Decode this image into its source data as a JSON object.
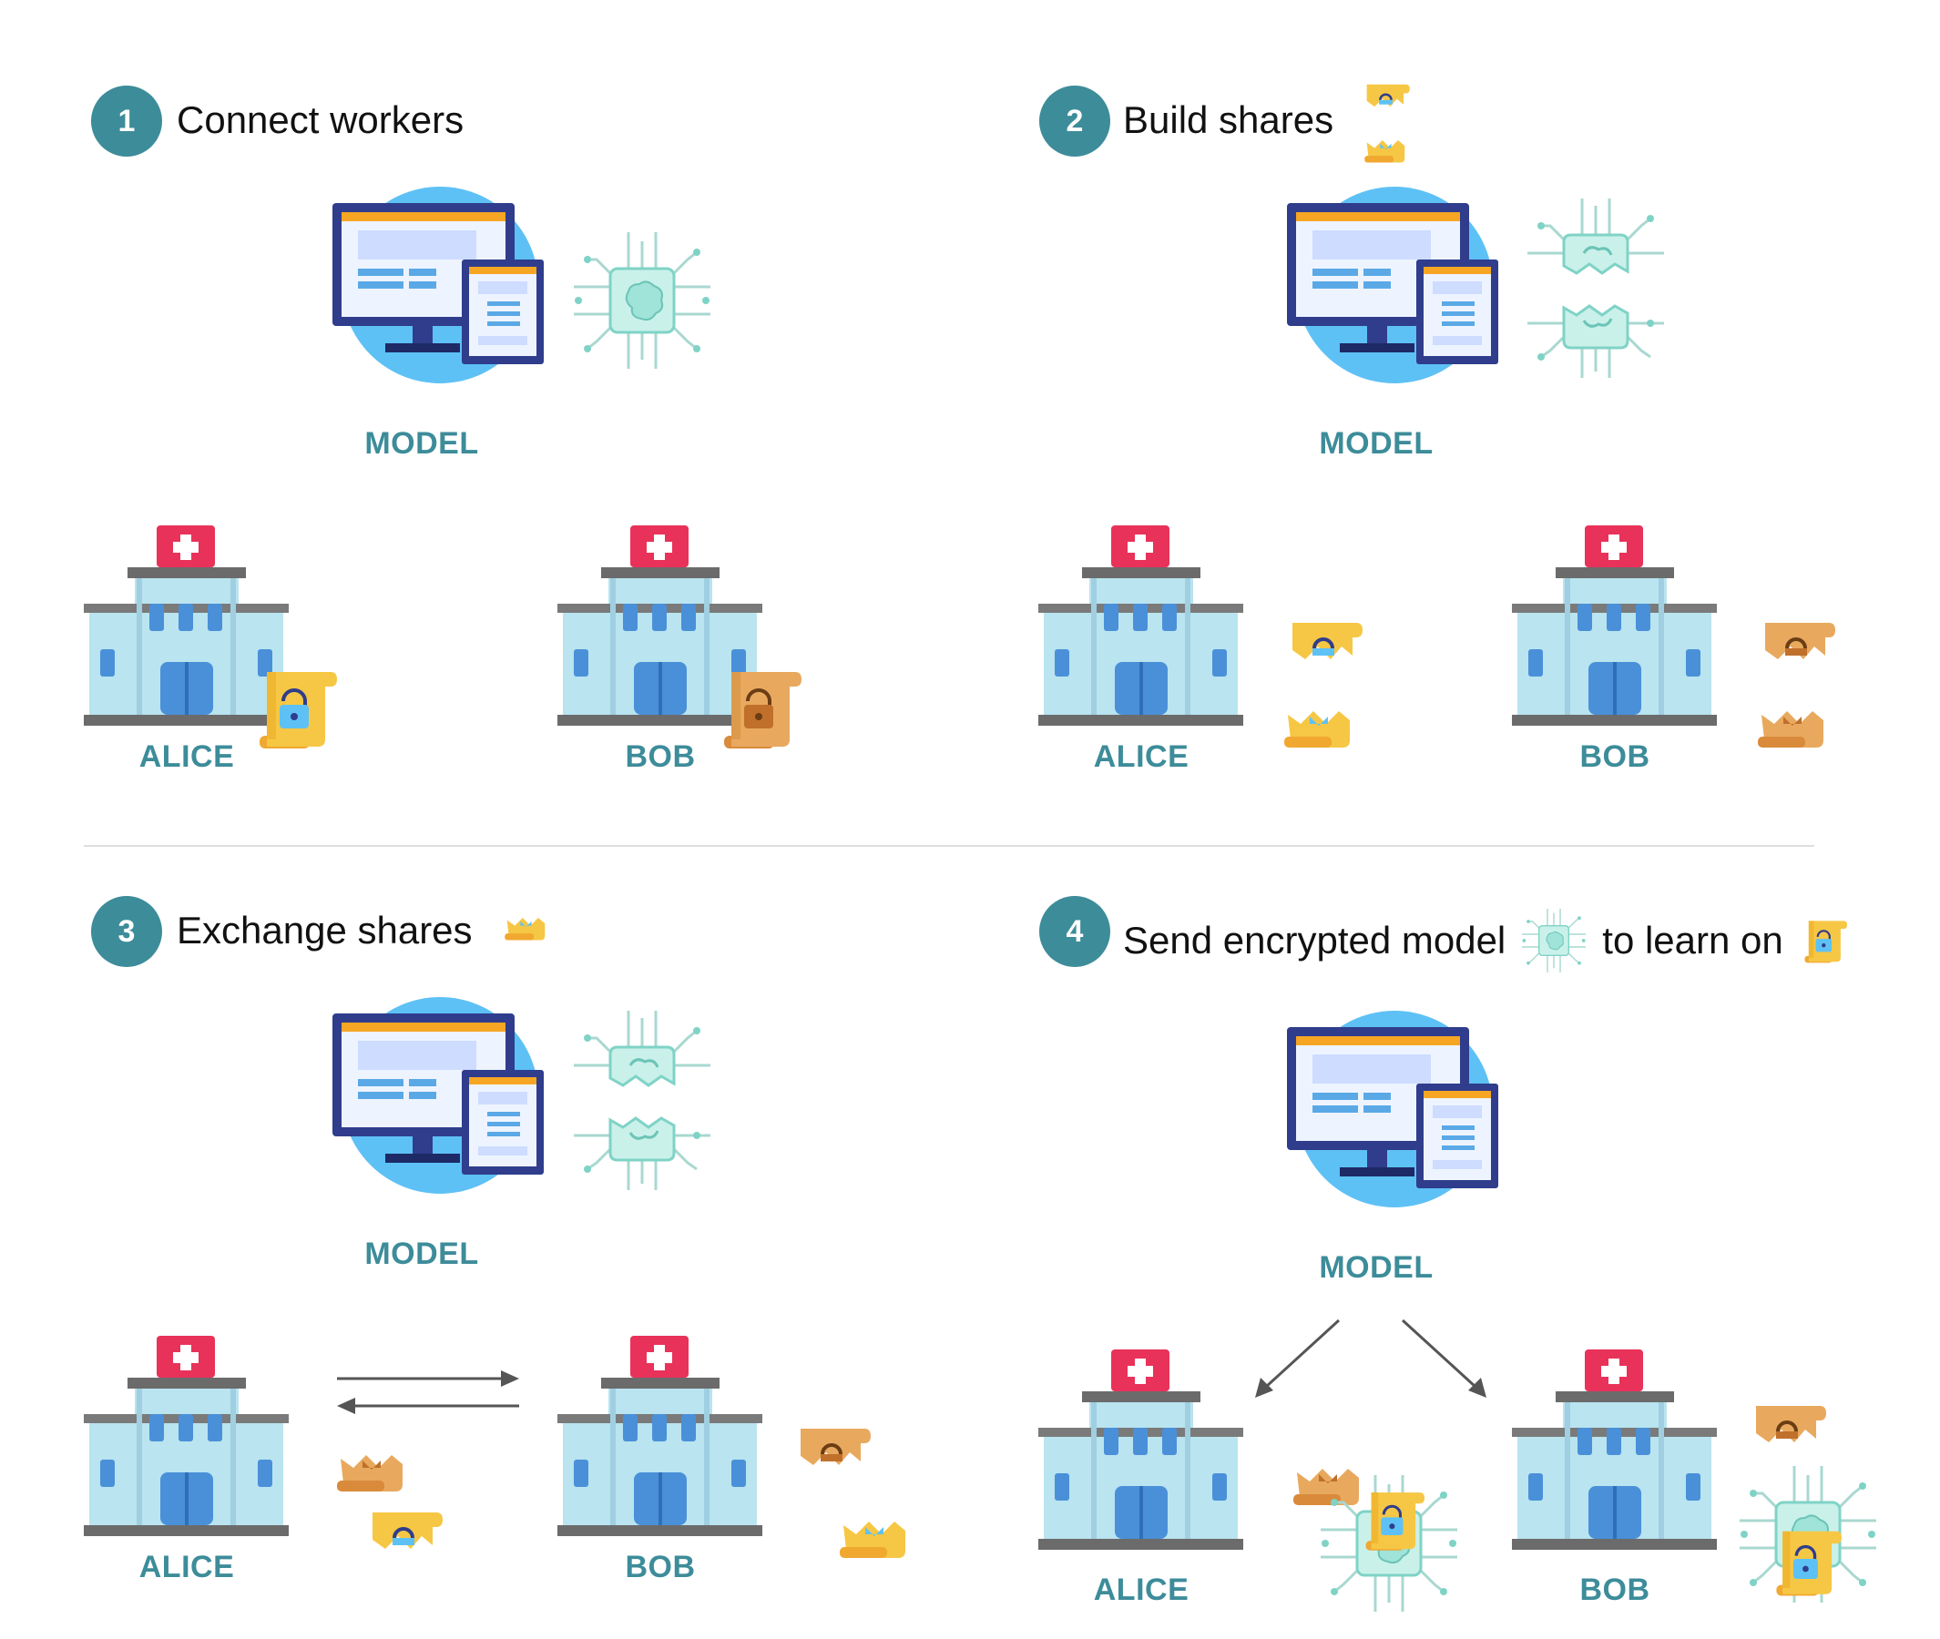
{
  "steps": [
    {
      "number": "1",
      "title": "Connect workers"
    },
    {
      "number": "2",
      "title": "Build shares"
    },
    {
      "number": "3",
      "title": "Exchange shares"
    },
    {
      "number": "4",
      "title_part1": "Send encrypted model",
      "title_part2": "to learn on"
    }
  ],
  "labels": {
    "model": "MODEL",
    "alice": "ALICE",
    "bob": "BOB"
  },
  "colors": {
    "accent": "#3d8c9a",
    "monitor_blue": "#2f3d8c",
    "sky_circle": "#5ec1f5",
    "cross_red": "#e8325a",
    "building": "#b9e4f0",
    "chip_teal": "#9fe3d9",
    "doc_yellow": "#f6c744",
    "doc_orange": "#e8a95e"
  },
  "icons": [
    "computer-icon",
    "chip-icon",
    "hospital-icon",
    "locked-document-icon",
    "arrow-icon"
  ]
}
